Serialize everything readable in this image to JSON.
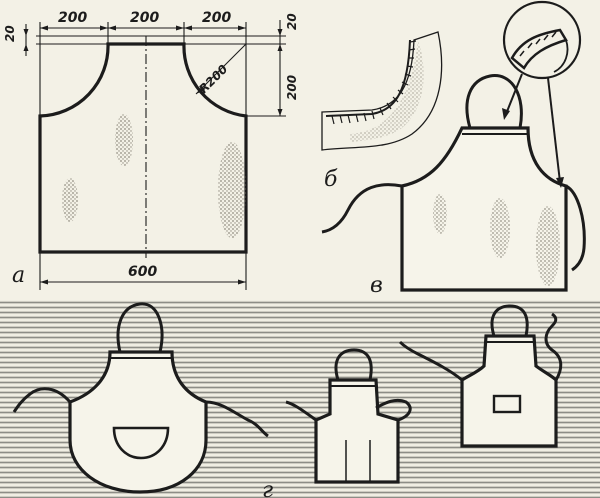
{
  "figures": {
    "a": {
      "label": "а",
      "dims": {
        "top_left": "200",
        "top_mid": "200",
        "top_right": "200",
        "left_small": "20",
        "right_small": "20",
        "right_side": "200",
        "radius": "R200",
        "bottom": "600"
      }
    },
    "b": {
      "label": "б"
    },
    "v": {
      "label": "в"
    },
    "g": {
      "label": "г"
    }
  },
  "colors": {
    "ink": "#1c1c1c",
    "paper": "#f3f1e6",
    "stripes": "#8d8d86"
  }
}
